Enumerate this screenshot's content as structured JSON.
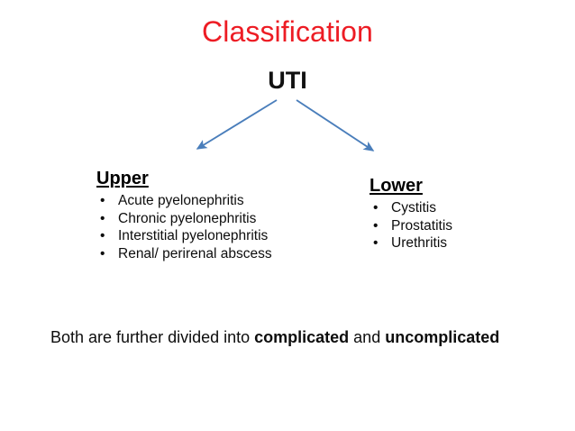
{
  "slide": {
    "title": "Classification",
    "title_color": "#ED1C24",
    "background_color": "#FFFFFF",
    "root": {
      "label": "UTI"
    },
    "connector": {
      "color": "#4A7EBB",
      "left_arrow_label": "arrow-to-upper",
      "right_arrow_label": "arrow-to-lower"
    },
    "branches": [
      {
        "heading": "Upper",
        "items": [
          "Acute pyelonephritis",
          "Chronic pyelonephritis",
          "Interstitial pyelonephritis",
          "Renal/ perirenal abscess"
        ]
      },
      {
        "heading": "Lower",
        "items": [
          "Cystitis",
          "Prostatitis",
          "Urethritis"
        ]
      }
    ],
    "footer": {
      "prefix": "Both are further divided into ",
      "emphasis_one": "complicated",
      "middle": " and ",
      "emphasis_two": "uncomplicated"
    },
    "bullet_glyph": "•"
  }
}
